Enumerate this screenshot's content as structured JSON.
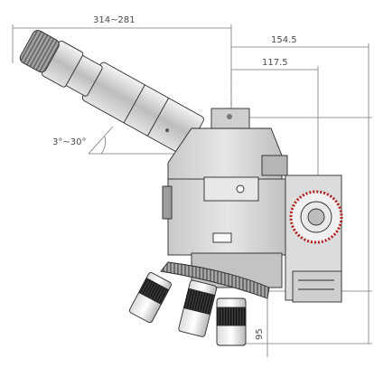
{
  "dimensions": {
    "top_width": "314~281",
    "right_upper": "154.5",
    "right_inner": "117.5",
    "tilt_angle": "3°~30°",
    "bottom_height": "95"
  },
  "colors": {
    "line": "#2b2b2b",
    "dim_line": "#7a7a7a",
    "body": "#d6d6d6",
    "body_dark": "#9d9d9d",
    "metal_light": "#ececec",
    "knob_dark": "#3a3a3a"
  }
}
